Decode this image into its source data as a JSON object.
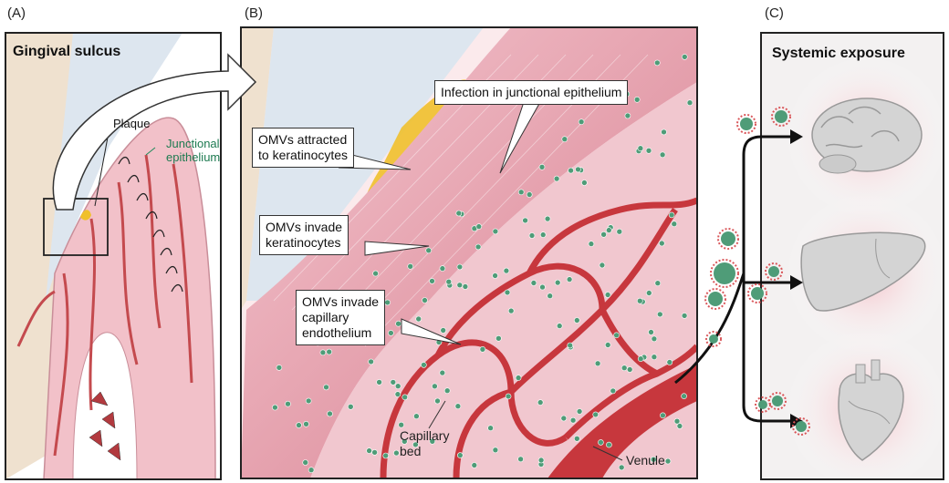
{
  "panels": {
    "a": {
      "letter": "(A)",
      "title": "Gingival sulcus",
      "plaque": "Plaque",
      "junctional": "Junctional\nepithelium"
    },
    "b": {
      "letter": "(B)"
    },
    "c": {
      "letter": "(C)",
      "title": "Systemic exposure"
    }
  },
  "callouts": {
    "infection": "Infection in junctional epithelium",
    "attracted": "OMVs attracted\nto keratinocytes",
    "invade_keratinocytes": "OMVs invade\nkeratinocytes",
    "invade_capillary": "OMVs invade\ncapillary\nendothelium"
  },
  "labels": {
    "capillary_bed": "Capillary\nbed",
    "venule": "Venule"
  },
  "organs": [
    "brain",
    "liver",
    "heart"
  ],
  "colors": {
    "omv_green": "#4f9c78",
    "vessel_red": "#d9575a",
    "tissue_pink": "#e7a0aa",
    "plaque_yellow": "#f0c02c",
    "organ_gray": "#d4d4d4",
    "glow_pink": "#f7cdd2"
  }
}
